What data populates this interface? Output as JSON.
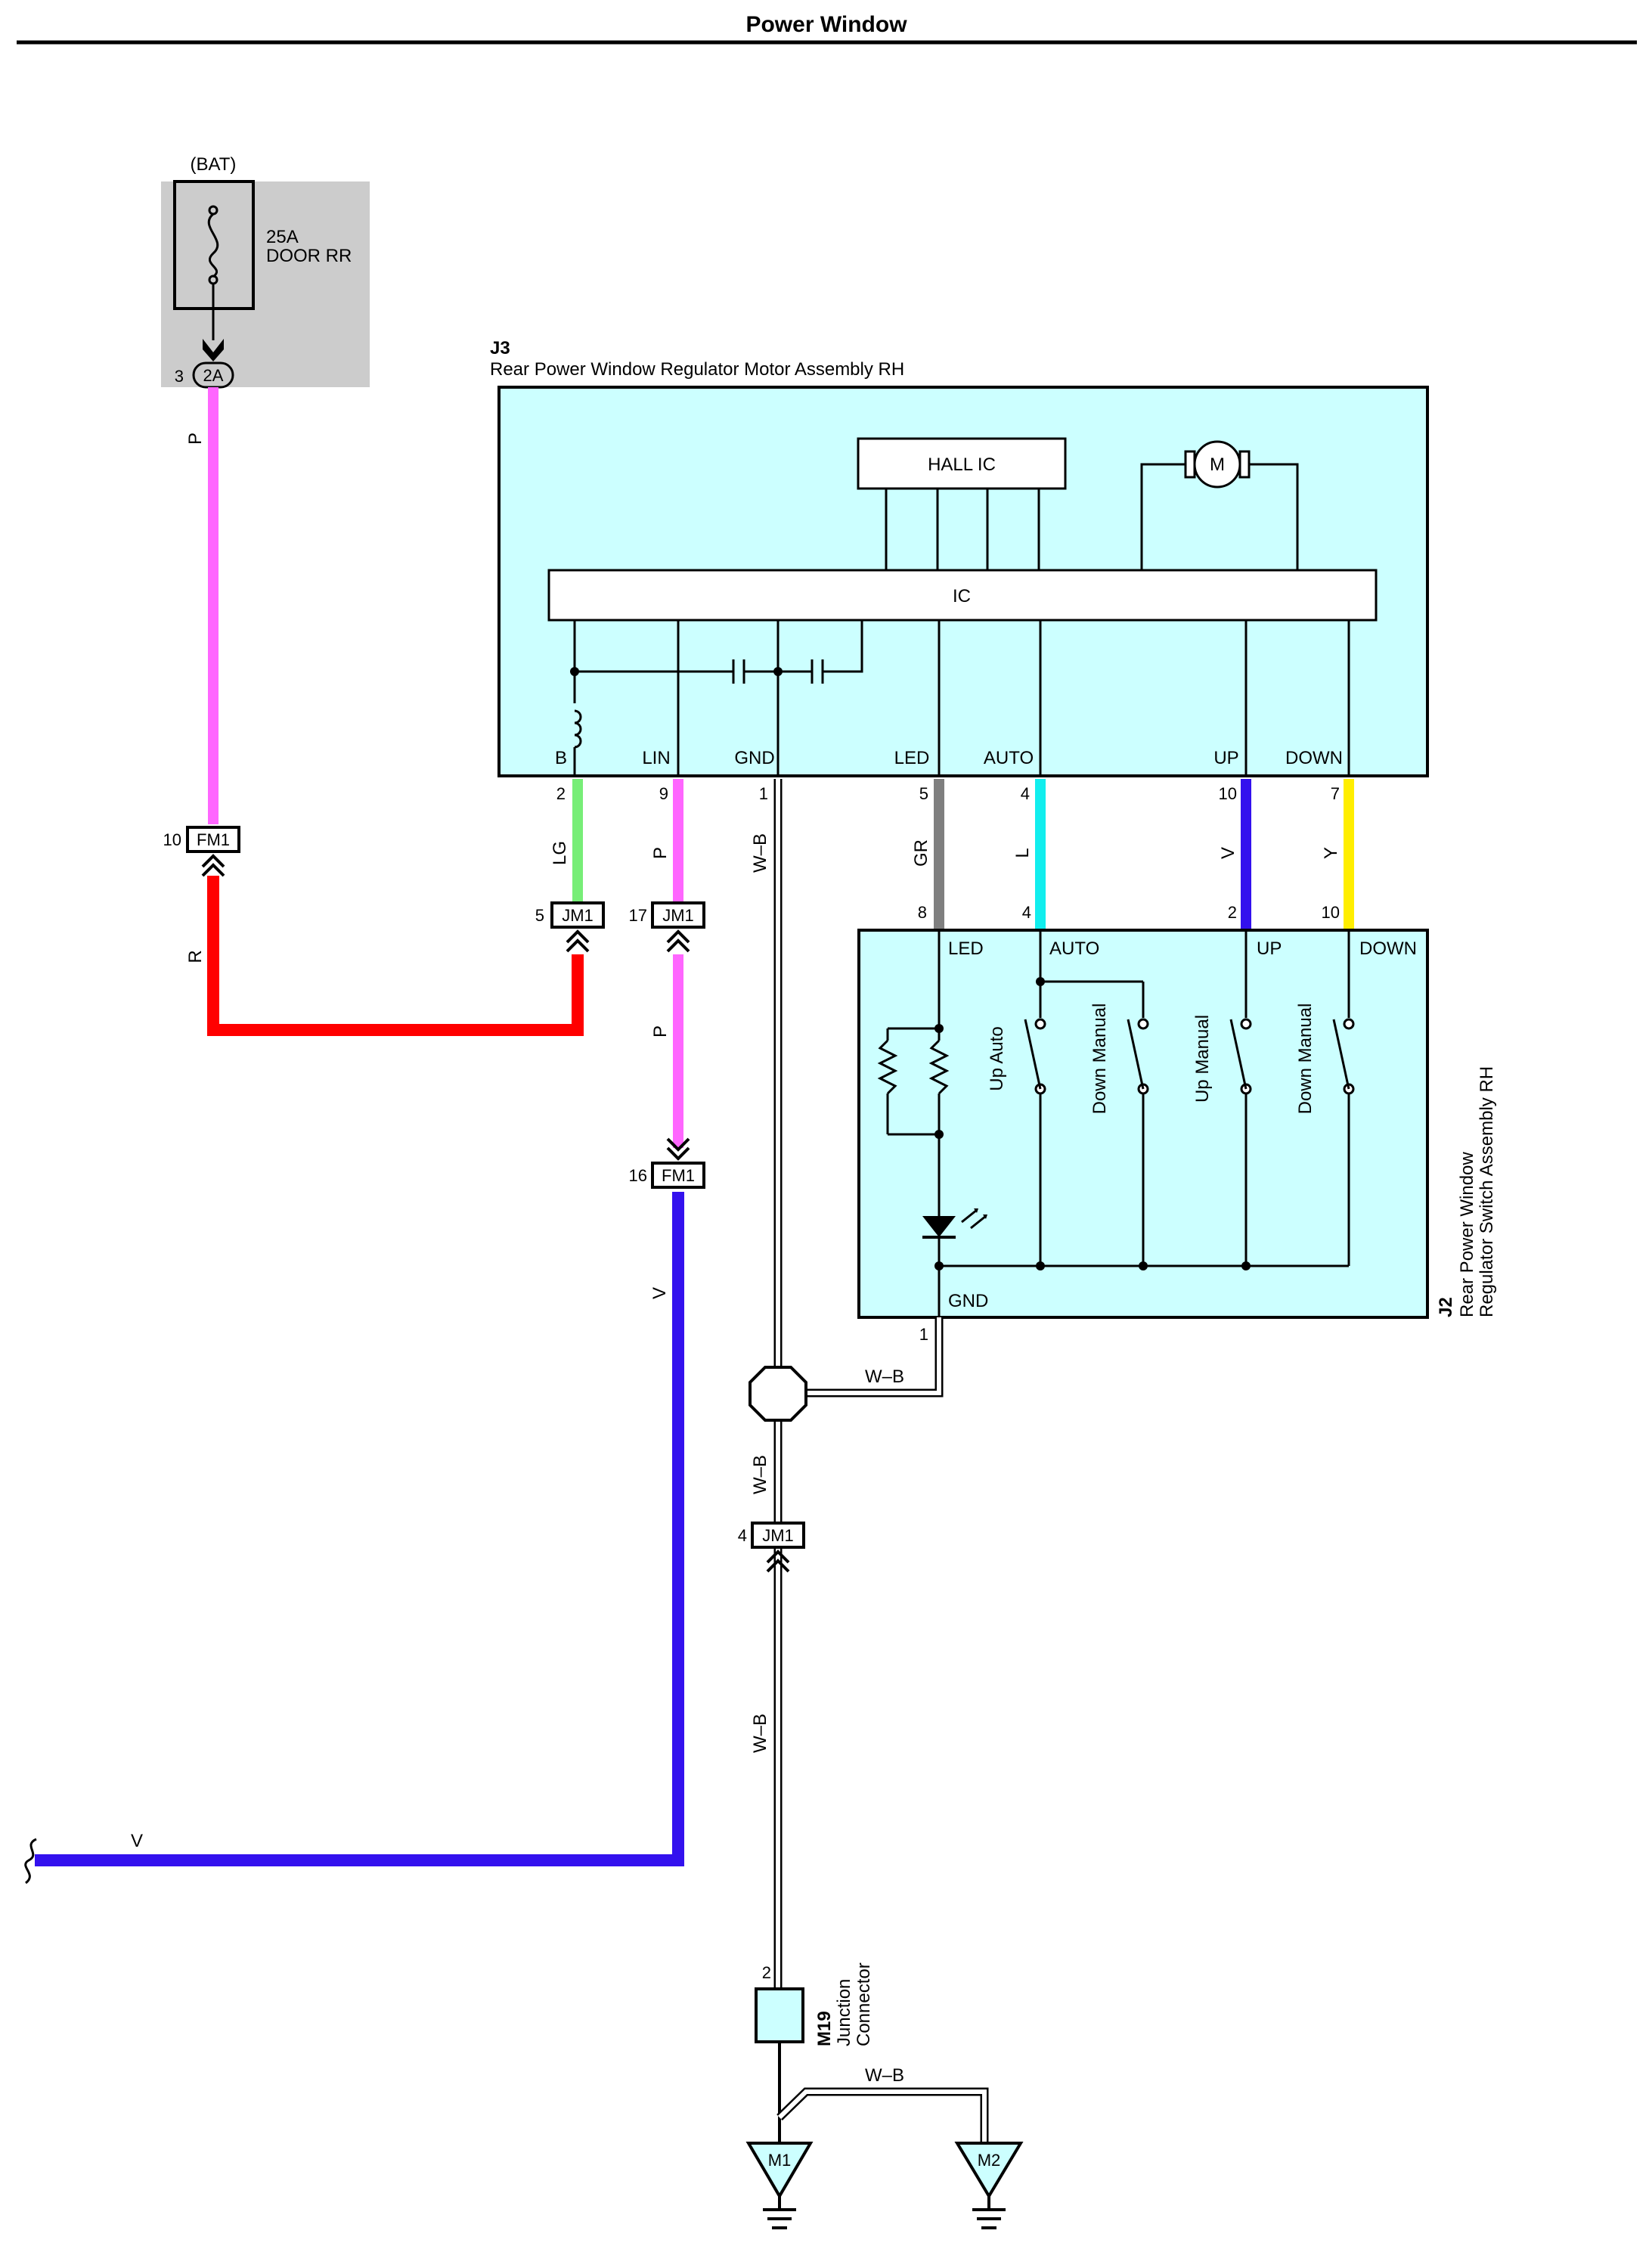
{
  "page": {
    "title": "Power Window"
  },
  "fuse": {
    "source": "(BAT)",
    "rating": "25A",
    "name": "DOOR RR",
    "connector": "2A",
    "pin": "3"
  },
  "motor": {
    "id": "J3",
    "name": "Rear Power Window Regulator Motor Assembly RH",
    "hall": "HALL IC",
    "motor_symbol": "M",
    "ic": "IC",
    "terminals": {
      "b": "B",
      "lin": "LIN",
      "gnd": "GND",
      "led": "LED",
      "auto": "AUTO",
      "up": "UP",
      "down": "DOWN"
    },
    "pins": {
      "b": "2",
      "lin": "9",
      "gnd": "1",
      "led": "5",
      "auto": "4",
      "up": "10",
      "down": "7"
    }
  },
  "switch_assy": {
    "id": "J2",
    "name_line1": "Rear Power Window",
    "name_line2": "Regulator Switch Assembly RH",
    "terminals": {
      "led": "LED",
      "auto": "AUTO",
      "up": "UP",
      "down": "DOWN",
      "gnd": "GND"
    },
    "pins": {
      "led": "8",
      "auto": "4",
      "up": "2",
      "down": "10",
      "gnd": "1"
    },
    "switches": [
      "Up Auto",
      "Down Manual",
      "Up Manual",
      "Down Manual"
    ]
  },
  "wires": {
    "p": "P",
    "r": "R",
    "lg": "LG",
    "v": "V",
    "wb": "W–B",
    "gr": "GR",
    "l": "L",
    "y": "Y"
  },
  "colors": {
    "pink": "#ff66ff",
    "red": "#ff0000",
    "lightgreen": "#77ee77",
    "violet": "#3311ee",
    "gray": "#7f7f7f",
    "cyan": "#11eeee",
    "yellow": "#ffee00",
    "box": "#ccffff",
    "fusebox": "#cccccc"
  },
  "connectors": {
    "fm1_top": {
      "name": "FM1",
      "pin": "10"
    },
    "jm1_b": {
      "name": "JM1",
      "pin": "5"
    },
    "jm1_lin": {
      "name": "JM1",
      "pin": "17"
    },
    "fm1_lin": {
      "name": "FM1",
      "pin": "16"
    },
    "jm1_gnd": {
      "name": "JM1",
      "pin": "4"
    }
  },
  "junction": {
    "id": "M19",
    "line1": "Junction",
    "line2": "Connector",
    "pin": "2"
  },
  "grounds": {
    "m1": "M1",
    "m2": "M2"
  }
}
